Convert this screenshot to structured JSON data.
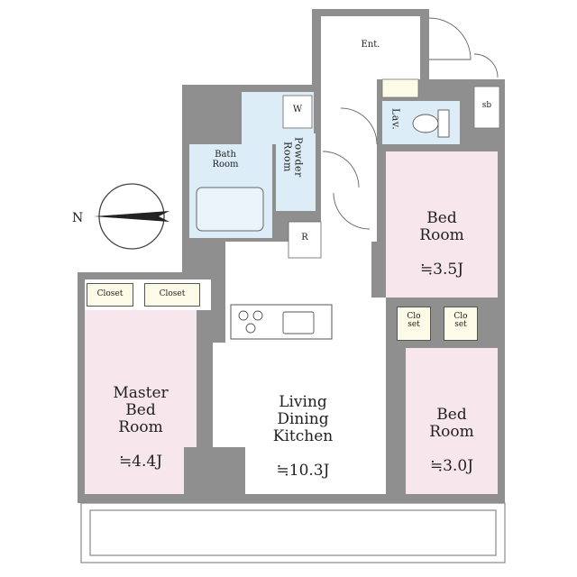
{
  "rooms": {
    "entrance": {
      "name": "Ent."
    },
    "bath": {
      "name": "Bath\nRoom"
    },
    "powder": {
      "name": "Powder\nRoom"
    },
    "washer": {
      "name": "W"
    },
    "lav": {
      "name": "Lav."
    },
    "shoe": {
      "name": "sb"
    },
    "bed1": {
      "name": "Bed\nRoom",
      "size": "≒3.5J"
    },
    "bed2": {
      "name": "Bed\nRoom",
      "size": "≒3.0J"
    },
    "master": {
      "name": "Master\nBed\nRoom",
      "size": "≒4.4J"
    },
    "ldk": {
      "name": "Living\nDining\nKitchen",
      "size": "≒10.3J"
    },
    "fridge": {
      "name": "R"
    }
  },
  "closets": {
    "master_left": "Closet",
    "master_right": "Closet",
    "bed2_left": "Clo\nset",
    "bed2_right": "Clo\nset"
  },
  "compass": {
    "label": "N"
  },
  "colors": {
    "bedroom": "#f7e6ec",
    "bath": "#dcedf7",
    "wall": "#8f8f8f",
    "closet": "#fbfbe7"
  }
}
